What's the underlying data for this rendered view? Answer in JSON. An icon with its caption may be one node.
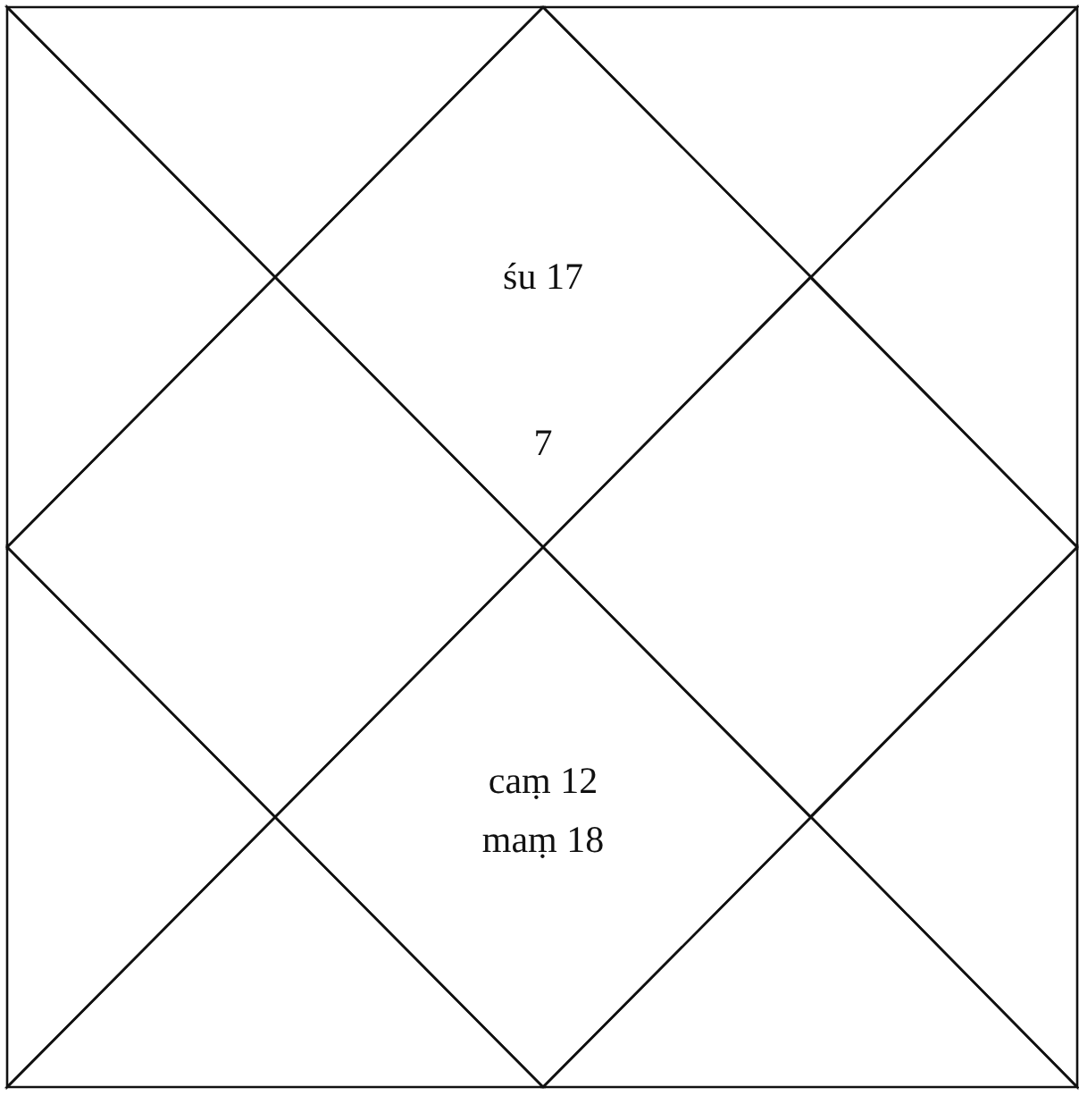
{
  "diagram": {
    "nodes": [
      {
        "text": [],
        "shape": "triangle"
      },
      {
        "text": [],
        "shape": "triangle"
      },
      {
        "text": [],
        "shape": "triangle"
      },
      {
        "text": [
          "śu 17",
          "7"
        ]
      },
      {
        "text": [],
        "shape": "triangle"
      },
      {
        "text": [],
        "shape": "diamond"
      },
      {
        "text": [],
        "shape": "diamond"
      },
      {
        "text": [],
        "shape": "triangle"
      },
      {
        "text": [
          "caṃ 12",
          "maṃ 18"
        ]
      },
      {
        "text": [],
        "shape": "triangle"
      },
      {
        "text": [],
        "shape": "triangle"
      },
      {
        "text": [],
        "shape": "triangle"
      }
    ]
  }
}
